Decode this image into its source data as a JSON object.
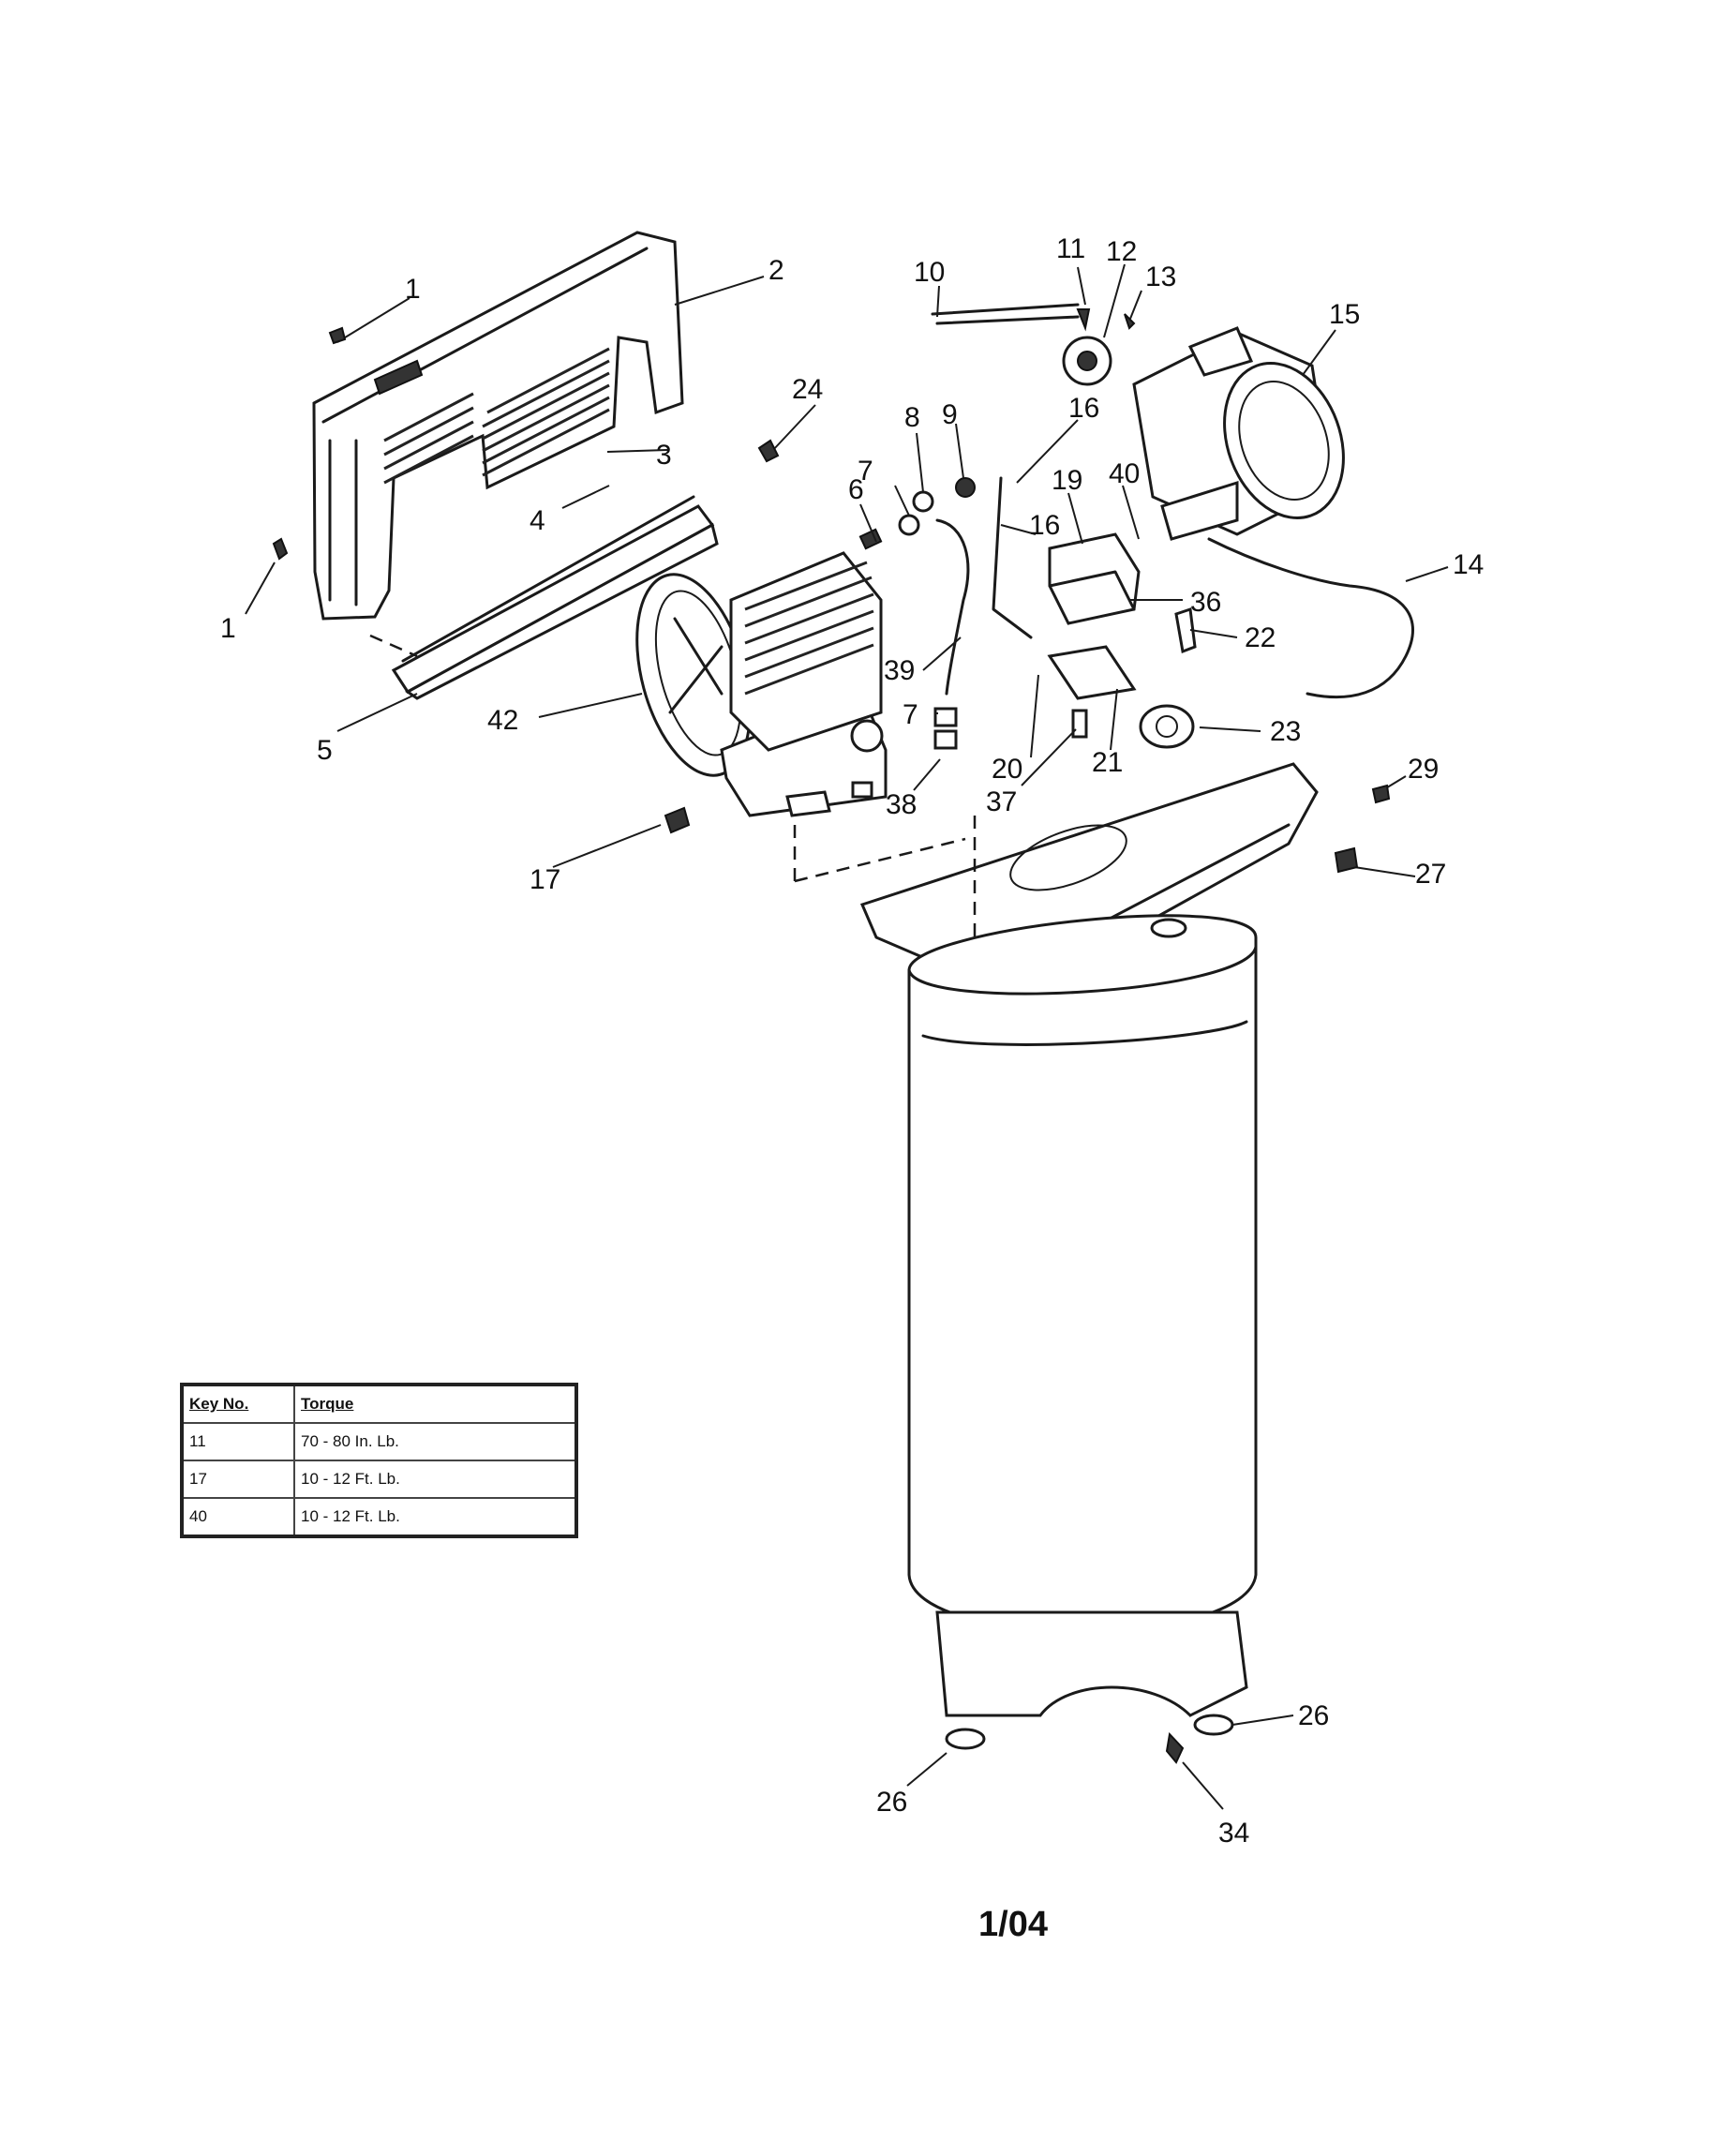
{
  "callouts": [
    "1",
    "2",
    "3",
    "4",
    "5",
    "1",
    "24",
    "6",
    "7",
    "8",
    "9",
    "10",
    "11",
    "12",
    "13",
    "15",
    "16",
    "16",
    "40",
    "19",
    "36",
    "22",
    "14",
    "42",
    "39",
    "7",
    "20",
    "21",
    "23",
    "38",
    "37",
    "17",
    "29",
    "27",
    "26",
    "26",
    "34"
  ],
  "table": {
    "headers": [
      "Key No.",
      "Torque"
    ],
    "rows": [
      [
        "11",
        "70 - 80 In. Lb."
      ],
      [
        "17",
        "10 - 12 Ft. Lb."
      ],
      [
        "40",
        "10 - 12 Ft. Lb."
      ]
    ]
  },
  "date_code": "1/04"
}
